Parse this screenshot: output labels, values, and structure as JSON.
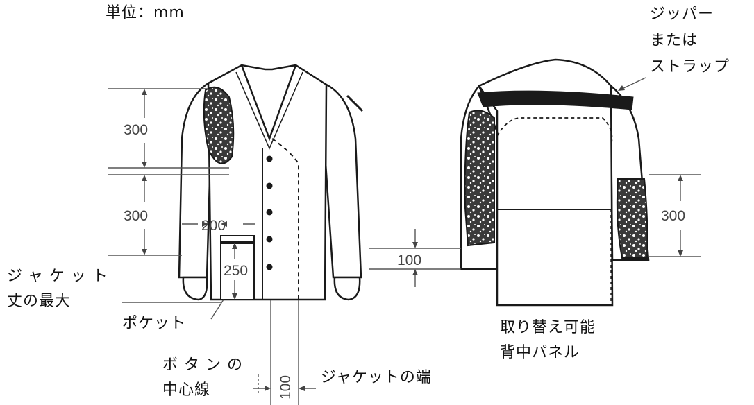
{
  "unit_label": "単位：mm",
  "zipper_label": [
    "ジッパー",
    "または",
    "ストラップ"
  ],
  "jacket_length_label": [
    "ジャケット",
    "丈の最大"
  ],
  "pocket_label": "ポケット",
  "button_center_label": [
    "ボタンの",
    "中心線"
  ],
  "jacket_edge_label": "ジャケットの端",
  "back_panel_label": [
    "取り替え可能",
    "背中パネル"
  ],
  "dimensions": {
    "upper_sleeve": "300",
    "lower_sleeve": "300",
    "pocket_width": "200",
    "pocket_height": "250",
    "hem": "100",
    "button_offset": "100",
    "back_sleeve": "300"
  },
  "colors": {
    "line": "#1a1a1a",
    "fill": "#ffffff",
    "pattern": "#333333"
  }
}
